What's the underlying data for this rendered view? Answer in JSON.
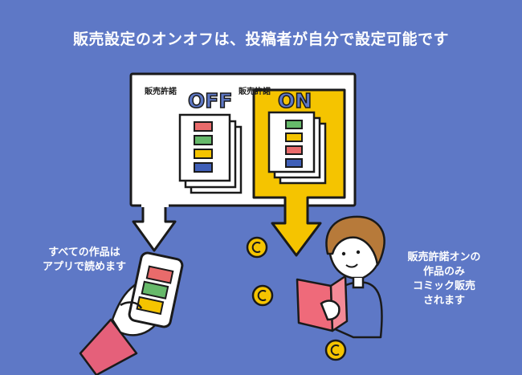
{
  "header": {
    "title": "販売設定のオンオフは、投稿者が自分で設定可能です"
  },
  "panel": {
    "off_label": "販売許諾",
    "off_state": "OFF",
    "on_label": "販売許諾",
    "on_state": "ON"
  },
  "notes": {
    "left": [
      "すべての作品は",
      "アプリで読めます"
    ],
    "right": [
      "販売許諾オンの",
      "作品のみ",
      "コミック販売",
      "されます"
    ]
  },
  "colors": {
    "background": "#5e78c6",
    "accent_yellow": "#f5c400",
    "block_red": "#e96b6b",
    "block_green": "#66b96a",
    "block_yellow": "#f5c400",
    "block_blue": "#3f5fb8",
    "phone_sleeve": "#e5607a",
    "book_pink": "#ef6a7a"
  },
  "icons": {
    "coin": "coin-icon",
    "arrow": "down-arrow-icon"
  }
}
